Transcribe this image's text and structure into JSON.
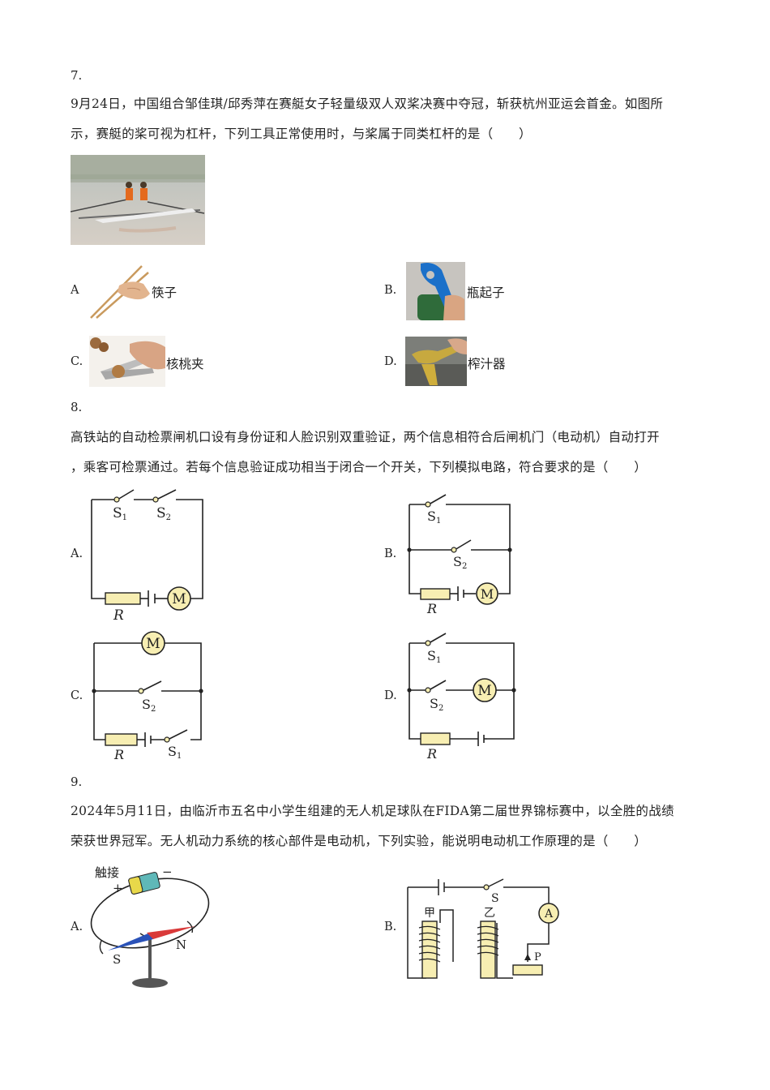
{
  "questions": [
    {
      "number": "7.",
      "stem_line1": "9月24日，中国组合邹佳琪/邱秀萍在赛艇女子轻量级双人双桨决赛中夺冠，斩获杭州亚运会首金。如图所",
      "stem_line2": "示，赛艇的桨可视为杠杆，下列工具正常使用时，与桨属于同类杠杆的是（　　）",
      "options": [
        {
          "letter": "A",
          "label": "筷子"
        },
        {
          "letter": "B.",
          "label": "瓶起子"
        },
        {
          "letter": "C.",
          "label": "核桃夹"
        },
        {
          "letter": "D.",
          "label": "榨汁器"
        }
      ]
    },
    {
      "number": "8.",
      "stem_line1": "高铁站的自动检票闸机口设有身份证和人脸识别双重验证，两个信息相符合后闸机门（电动机）自动打开",
      "stem_line2": "，乘客可检票通过。若每个信息验证成功相当于闭合一个开关，下列模拟电路，符合要求的是（　　）",
      "options": [
        {
          "letter": "A."
        },
        {
          "letter": "B."
        },
        {
          "letter": "C."
        },
        {
          "letter": "D."
        }
      ],
      "circuit_labels": {
        "s": "S",
        "one": "1",
        "two": "2",
        "r": "R",
        "m": "M"
      }
    },
    {
      "number": "9.",
      "stem_line1": "2024年5月11日，由临沂市五名中小学生组建的无人机足球队在FIDA第二届世界锦标赛中，以全胜的战绩",
      "stem_line2": "荣获世界冠军。无人机动力系统的核心部件是电动机，下列实验，能说明电动机工作原理的是（　　）",
      "options": [
        {
          "letter": "A."
        },
        {
          "letter": "B."
        }
      ],
      "labels_a": {
        "touch": "触接",
        "plus": "+",
        "minus": "−",
        "s": "S",
        "n": "N"
      },
      "labels_b": {
        "jia": "甲",
        "yi": "乙",
        "s": "S",
        "a": "A",
        "p": "P"
      }
    }
  ]
}
